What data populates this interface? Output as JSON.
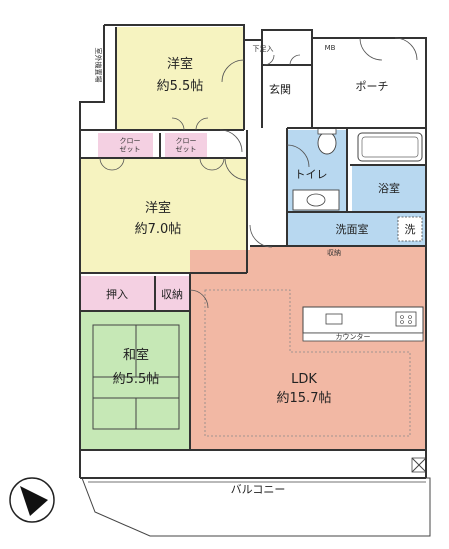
{
  "rooms": {
    "yoshitsu1": {
      "name": "洋室",
      "size": "約5.5帖"
    },
    "yoshitsu2": {
      "name": "洋室",
      "size": "約7.0帖"
    },
    "washitsu": {
      "name": "和室",
      "size": "約5.5帖"
    },
    "ldk": {
      "name": "LDK",
      "size": "約15.7帖"
    },
    "genkan": "玄関",
    "porch": "ポーチ",
    "toilet": "トイレ",
    "bath": "浴室",
    "washroom": "洗面室",
    "wash_mark": "洗",
    "oshiire": "押入",
    "shuno": "収納",
    "shuno_small": "収納",
    "closet1": "クロー\nゼット",
    "closet2": "クロー\nゼット",
    "counter": "カウンター",
    "balcony": "バルコニー",
    "mb": "MB",
    "shoebox": "下足入",
    "outdoor_unit": "室外機置場"
  },
  "colors": {
    "yoshitsu": "#f6f3c0",
    "washitsu": "#c6e8b6",
    "ldk": "#f2b8a4",
    "wet": "#b8d8f0",
    "storage": "#f4d0e2",
    "wall": "#333333",
    "balcony": "#ffffff"
  }
}
